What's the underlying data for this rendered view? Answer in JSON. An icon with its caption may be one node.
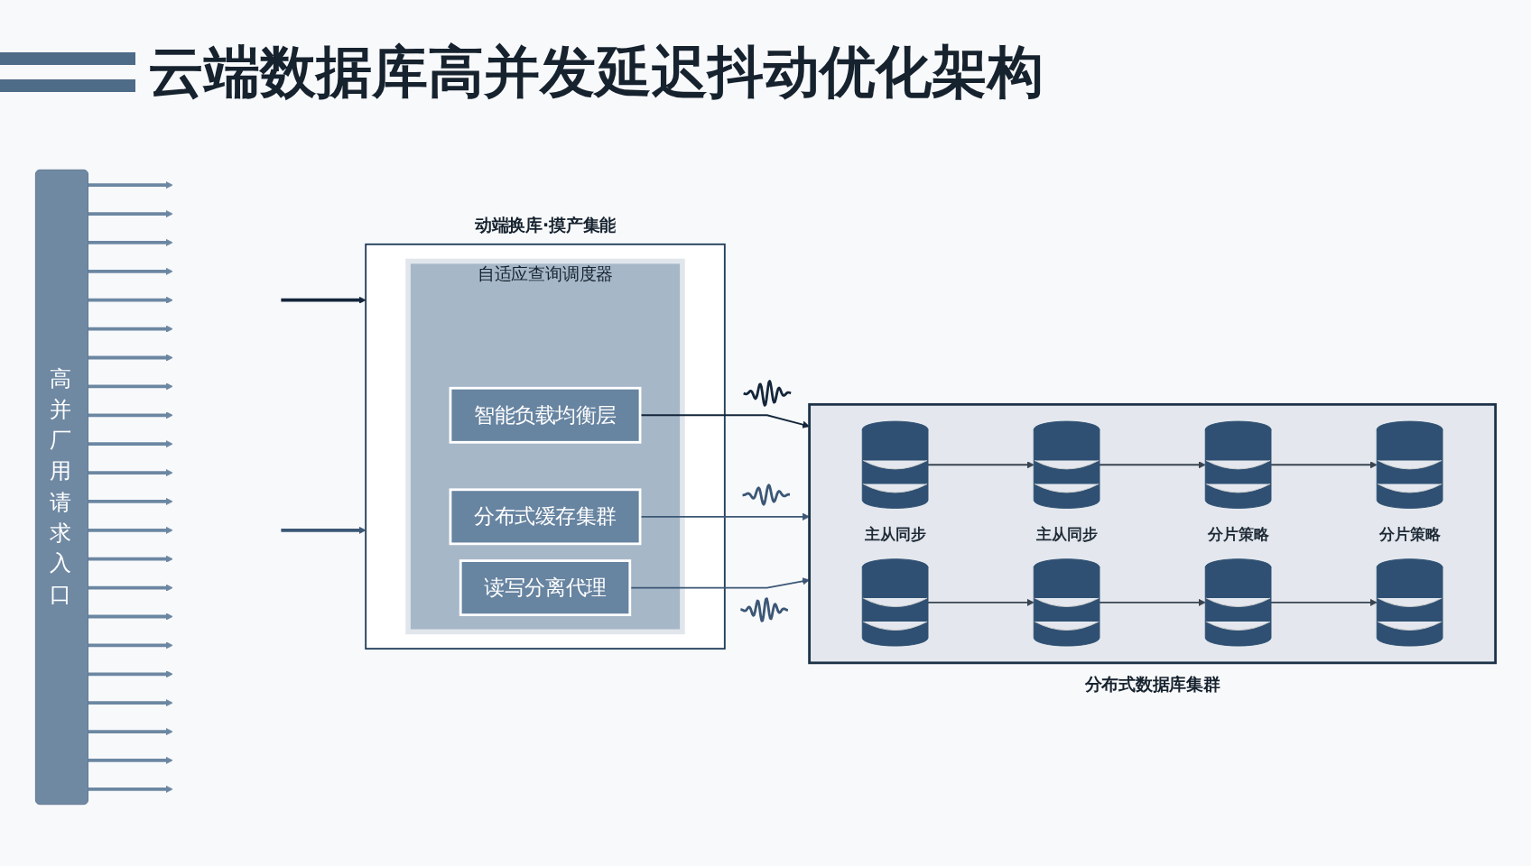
{
  "diagram": {
    "title": "云端数据库高并发延迟抖动优化架构",
    "nodes": [
      {
        "text": [
          "高并厂用请求入口"
        ]
      },
      {
        "text": [
          "动端换库·摸产集能"
        ]
      },
      {
        "text": [
          "自适应查询调度器"
        ],
        "in": 1
      },
      {
        "text": [
          "智能负载均衡层"
        ],
        "in": 2
      },
      {
        "text": [
          "分布式缓存集群"
        ],
        "in": 2
      },
      {
        "text": [
          "读写分离代理"
        ],
        "in": 2
      },
      {
        "text": [
          "分布式数据库集群"
        ]
      },
      {
        "text": [],
        "shape": "cylinder",
        "in": 6
      },
      {
        "text": [],
        "shape": "cylinder",
        "in": 6
      },
      {
        "text": [],
        "shape": "cylinder",
        "in": 6
      },
      {
        "text": [],
        "shape": "cylinder",
        "in": 6
      },
      {
        "text": [],
        "shape": "cylinder",
        "in": 6
      },
      {
        "text": [],
        "shape": "cylinder",
        "in": 6
      },
      {
        "text": [],
        "shape": "cylinder",
        "in": 6
      },
      {
        "text": [],
        "shape": "cylinder",
        "in": 6
      }
    ],
    "edges": [
      {
        "from": 0,
        "to": null,
        "arrow": "to"
      },
      {
        "from": 0,
        "to": null,
        "arrow": "to"
      },
      {
        "from": 0,
        "to": null,
        "arrow": "to"
      },
      {
        "from": 0,
        "to": null,
        "arrow": "to"
      },
      {
        "from": 0,
        "to": null,
        "arrow": "to"
      },
      {
        "from": 0,
        "to": null,
        "arrow": "to"
      },
      {
        "from": 0,
        "to": null,
        "arrow": "to"
      },
      {
        "from": 0,
        "to": null,
        "arrow": "to"
      },
      {
        "from": 0,
        "to": null,
        "arrow": "to"
      },
      {
        "from": 0,
        "to": null,
        "arrow": "to"
      },
      {
        "from": 0,
        "to": null,
        "arrow": "to"
      },
      {
        "from": 0,
        "to": null,
        "arrow": "to"
      },
      {
        "from": 0,
        "to": null,
        "arrow": "to"
      },
      {
        "from": 0,
        "to": null,
        "arrow": "to"
      },
      {
        "from": 0,
        "to": null,
        "arrow": "to"
      },
      {
        "from": 0,
        "to": null,
        "arrow": "to"
      },
      {
        "from": 0,
        "to": null,
        "arrow": "to"
      },
      {
        "from": 0,
        "to": null,
        "arrow": "to"
      },
      {
        "from": 0,
        "to": null,
        "arrow": "to"
      },
      {
        "from": 0,
        "to": null,
        "arrow": "to"
      },
      {
        "from": 0,
        "to": null,
        "arrow": "to"
      },
      {
        "from": 0,
        "to": null,
        "arrow": "to"
      },
      {
        "from": null,
        "to": 1,
        "arrow": "to",
        "color": "#14263a"
      },
      {
        "from": null,
        "to": 1,
        "arrow": "to",
        "color": "#3b5775"
      },
      {
        "from": 3,
        "to": 6,
        "arrow": "to",
        "color": "#14263a"
      },
      {
        "from": 4,
        "to": 6,
        "arrow": "to",
        "color": "#3b5775"
      },
      {
        "from": 5,
        "to": 6,
        "arrow": "to",
        "color": "#3b5775"
      },
      {
        "from": 7,
        "to": 8,
        "arrow": "to",
        "color": "#3a4450"
      },
      {
        "from": 8,
        "to": 9,
        "arrow": "to",
        "color": "#3a4450"
      },
      {
        "from": 9,
        "to": 10,
        "arrow": "to",
        "color": "#3a4450"
      },
      {
        "from": 11,
        "to": 12,
        "arrow": "to",
        "color": "#3a4450"
      },
      {
        "from": 12,
        "to": 13,
        "arrow": "to",
        "color": "#3a4450"
      },
      {
        "from": 13,
        "to": 14,
        "arrow": "to",
        "color": "#3a4450"
      }
    ],
    "labels": [
      "主从同步",
      "分片策略",
      "主从同步",
      "分片策略"
    ]
  }
}
